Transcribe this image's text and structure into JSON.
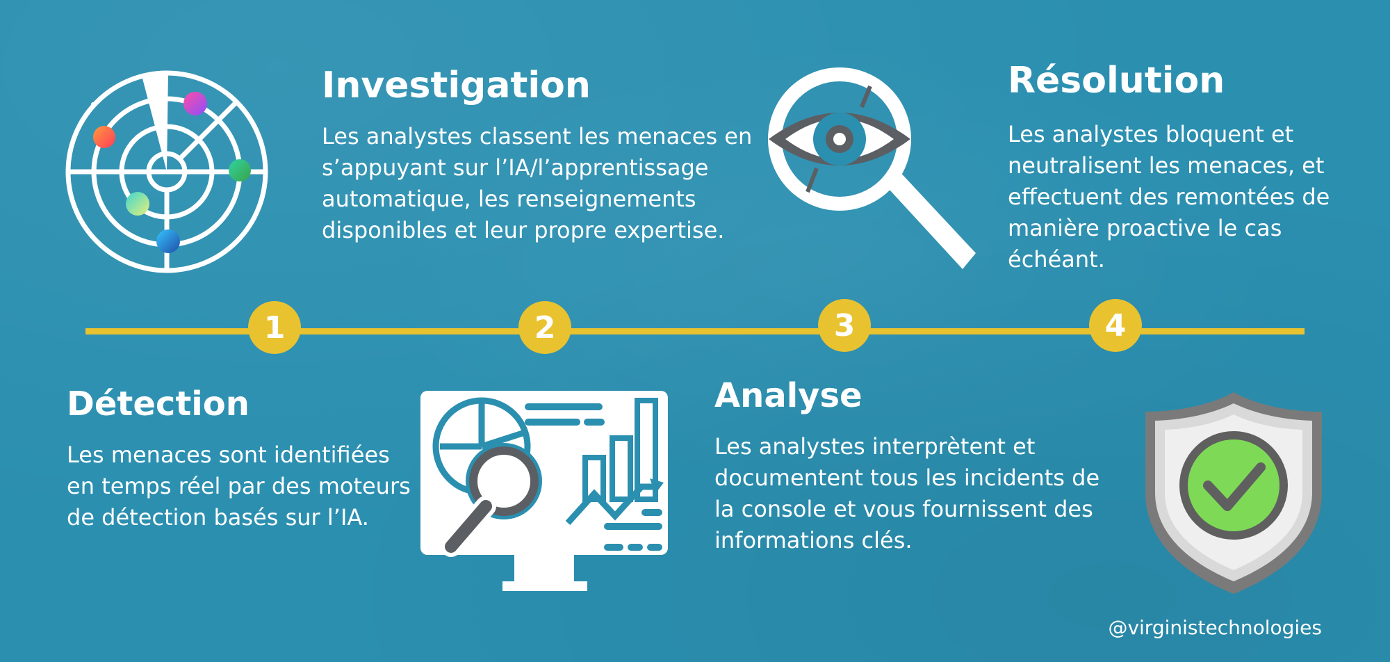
{
  "colors": {
    "background": "#2b8fb0",
    "accent": "#e9c230",
    "text": "#ffffff",
    "shield_green": "#7ed957",
    "shield_gray": "#7a7a7a"
  },
  "sections": {
    "investigation": {
      "title": "Investigation",
      "lines": [
        "Les analystes classent les menaces en",
        "s’appuyant sur l’IA/l’apprentissage",
        "automatique, les renseignements",
        "disponibles et leur propre expertise."
      ],
      "icon": "radar-icon"
    },
    "resolution": {
      "title": "Résolution",
      "lines": [
        "Les analystes bloquent et",
        "neutralisent les menaces, et",
        "effectuent des remontées de",
        "manière proactive le cas",
        "échéant."
      ],
      "icon": "magnifier-eye-icon"
    },
    "detection": {
      "title": "Détection",
      "lines": [
        "Les menaces sont identifiées",
        "en temps réel par des moteurs",
        "de détection basés sur l’IA."
      ],
      "icon": "monitor-analytics-icon"
    },
    "analyse": {
      "title": "Analyse",
      "lines": [
        "Les analystes interprètent et",
        "documentent tous les incidents de",
        "la console et vous fournissent des",
        "informations clés."
      ],
      "icon": "shield-check-icon"
    }
  },
  "timeline": {
    "steps": [
      "1",
      "2",
      "3",
      "4"
    ]
  },
  "footer": {
    "handle": "@virginistechnologies"
  }
}
